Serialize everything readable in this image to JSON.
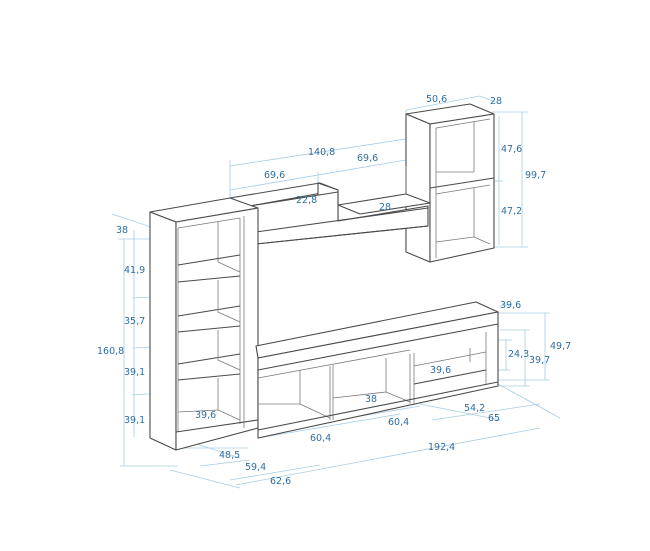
{
  "diagram": {
    "type": "furniture-dimension-drawing",
    "units_note": "",
    "colors": {
      "outline": "#4a4a4a",
      "dimension_line": "#a9cce3",
      "dimension_text": "#2f6f9f",
      "background": "#ffffff"
    },
    "wall_cabinet": {
      "width": "50,6",
      "depth": "28",
      "height_total": "99,7",
      "upper_compartment": "47,6",
      "lower_compartment": "47,2"
    },
    "floating_shelf": {
      "total_width": "140,8",
      "left_section": "69,6",
      "right_section": "69,6",
      "riser_height": "22,8",
      "depth": "28"
    },
    "tall_bookcase": {
      "depth_top": "38",
      "height_total": "160,8",
      "shelf_1": "41,9",
      "shelf_2": "35,7",
      "shelf_3": "39,1",
      "shelf_4": "39,1",
      "inner_width": "39,6",
      "base_depth_a": "48,5",
      "base_depth_b": "59,4",
      "base_depth_c": "62,6"
    },
    "tv_unit": {
      "depth": "39,6",
      "height_total": "49,7",
      "body_height": "39,7",
      "drawer_height": "24,3",
      "drawer_inner_width": "39,6",
      "compartment_depth": "38",
      "compartment_left": "60,4",
      "compartment_middle": "60,4",
      "drawer_width": "54,2",
      "right_section": "65",
      "total_length": "192,4"
    }
  }
}
